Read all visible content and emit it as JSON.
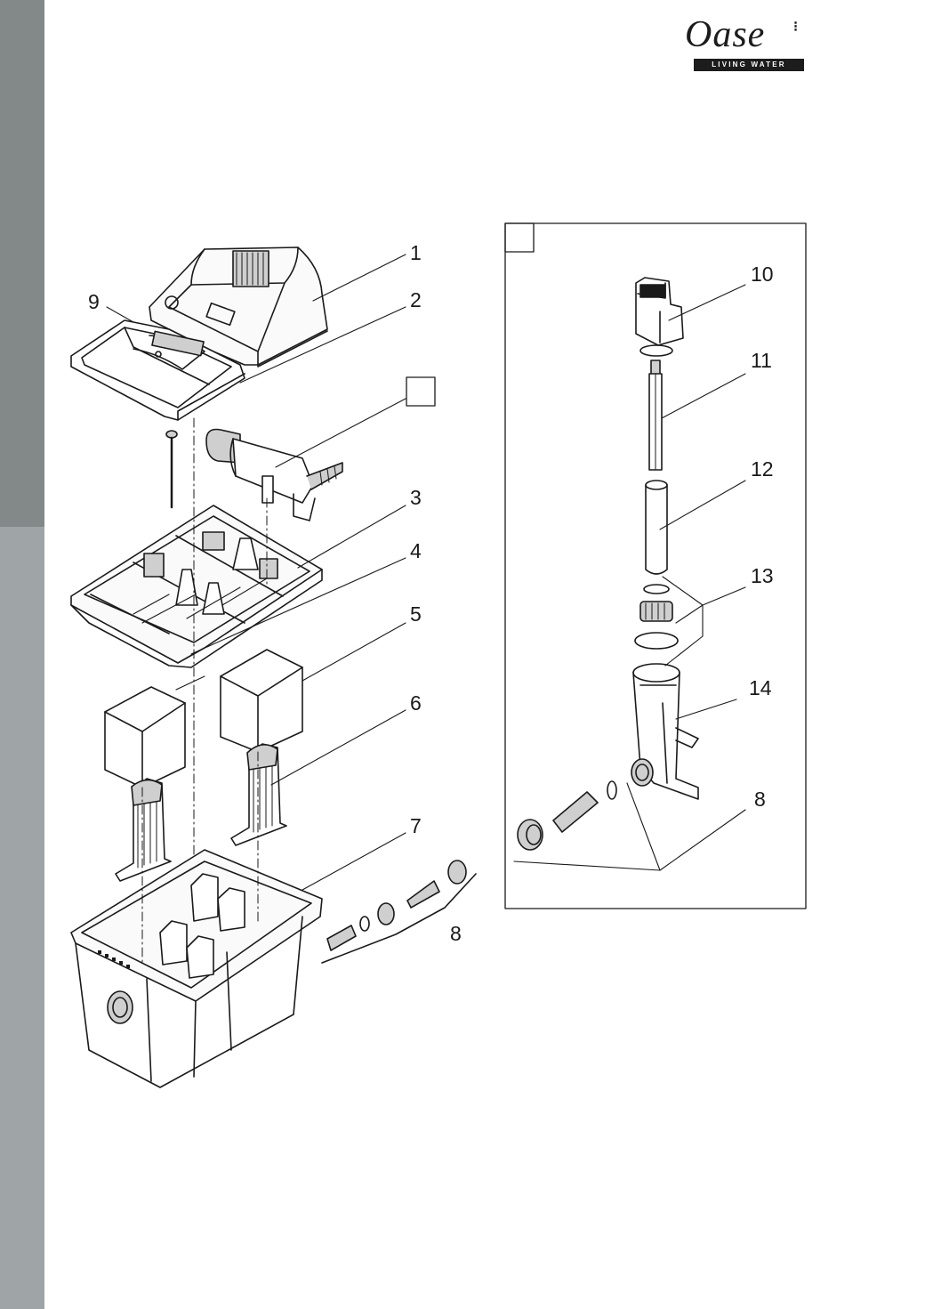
{
  "brand": {
    "name": "Oase",
    "tagline": "LIVING WATER"
  },
  "callouts_main": [
    "1",
    "2",
    "3",
    "4",
    "5",
    "6",
    "7",
    "8",
    "9"
  ],
  "callouts_inset": [
    "10",
    "11",
    "12",
    "13",
    "14",
    "8"
  ],
  "colors": {
    "sidebar_top": "#838988",
    "sidebar_bottom": "#9fa4a7",
    "line": "#1a1a1a"
  }
}
